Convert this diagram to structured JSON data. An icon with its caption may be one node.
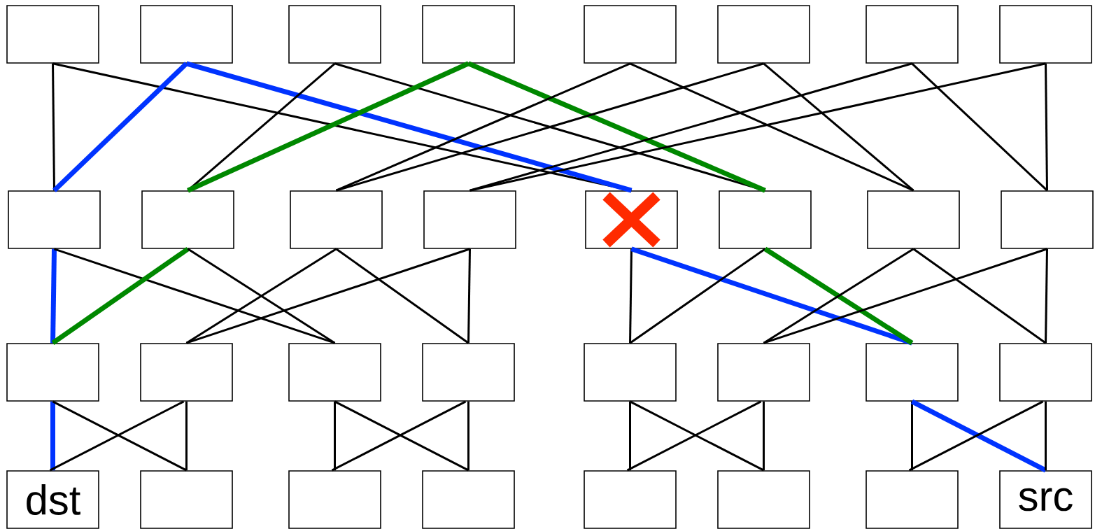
{
  "diagram": {
    "nodes": [
      {
        "text": [],
        "shape": "box"
      },
      {
        "text": [],
        "shape": "box"
      },
      {
        "text": [],
        "shape": "box"
      },
      {
        "text": [],
        "shape": "box"
      },
      {
        "text": [],
        "shape": "box"
      },
      {
        "text": [],
        "shape": "box"
      },
      {
        "text": [],
        "shape": "box"
      },
      {
        "text": [],
        "shape": "box"
      },
      {
        "text": [],
        "shape": "box"
      },
      {
        "text": [],
        "shape": "box"
      },
      {
        "text": [],
        "shape": "box"
      },
      {
        "text": [],
        "shape": "box"
      },
      {
        "text": [],
        "shape": "box"
      },
      {
        "text": [],
        "shape": "box"
      },
      {
        "text": [],
        "shape": "box"
      },
      {
        "text": [],
        "shape": "box"
      },
      {
        "text": [],
        "shape": "box"
      },
      {
        "text": [],
        "shape": "box"
      },
      {
        "text": [],
        "shape": "box"
      },
      {
        "text": [],
        "shape": "box"
      },
      {
        "text": [],
        "shape": "box"
      },
      {
        "text": [],
        "shape": "box"
      },
      {
        "text": [],
        "shape": "box"
      },
      {
        "text": [],
        "shape": "box"
      },
      {
        "text": [
          "dst"
        ]
      },
      {
        "text": [],
        "shape": "box"
      },
      {
        "text": [],
        "shape": "box"
      },
      {
        "text": [],
        "shape": "box"
      },
      {
        "text": [],
        "shape": "box"
      },
      {
        "text": [],
        "shape": "box"
      },
      {
        "text": [],
        "shape": "box"
      },
      {
        "text": [
          "src"
        ]
      }
    ],
    "edges": [
      {
        "from": 0,
        "to": 8,
        "arrow": "none"
      },
      {
        "from": 0,
        "to": 12,
        "arrow": "none"
      },
      {
        "from": 1,
        "to": 8,
        "arrow": "none",
        "style": "thick",
        "color": "#0033ff"
      },
      {
        "from": 1,
        "to": 12,
        "arrow": "none",
        "style": "thick",
        "color": "#0033ff"
      },
      {
        "from": 2,
        "to": 9,
        "arrow": "none"
      },
      {
        "from": 2,
        "to": 13,
        "arrow": "none"
      },
      {
        "from": 3,
        "to": 9,
        "arrow": "none",
        "style": "thick",
        "color": "#008800"
      },
      {
        "from": 3,
        "to": 13,
        "arrow": "none",
        "style": "thick",
        "color": "#008800"
      },
      {
        "from": 4,
        "to": 10,
        "arrow": "none"
      },
      {
        "from": 4,
        "to": 14,
        "arrow": "none"
      },
      {
        "from": 5,
        "to": 10,
        "arrow": "none"
      },
      {
        "from": 5,
        "to": 14,
        "arrow": "none"
      },
      {
        "from": 6,
        "to": 11,
        "arrow": "none"
      },
      {
        "from": 6,
        "to": 15,
        "arrow": "none"
      },
      {
        "from": 7,
        "to": 11,
        "arrow": "none"
      },
      {
        "from": 7,
        "to": 15,
        "arrow": "none"
      },
      {
        "from": 8,
        "to": 16,
        "arrow": "none",
        "style": "thick",
        "color": "#0033ff"
      },
      {
        "from": 8,
        "to": 18,
        "arrow": "none"
      },
      {
        "from": 9,
        "to": 16,
        "arrow": "none",
        "style": "thick",
        "color": "#008800"
      },
      {
        "from": 9,
        "to": 18,
        "arrow": "none"
      },
      {
        "from": 10,
        "to": 17,
        "arrow": "none"
      },
      {
        "from": 10,
        "to": 19,
        "arrow": "none"
      },
      {
        "from": 11,
        "to": 17,
        "arrow": "none"
      },
      {
        "from": 11,
        "to": 19,
        "arrow": "none"
      },
      {
        "from": 12,
        "to": 20,
        "arrow": "none"
      },
      {
        "from": 12,
        "to": 22,
        "arrow": "none",
        "style": "thick",
        "color": "#0033ff"
      },
      {
        "from": 13,
        "to": 20,
        "arrow": "none"
      },
      {
        "from": 13,
        "to": 22,
        "arrow": "none",
        "style": "thick",
        "color": "#008800"
      },
      {
        "from": 14,
        "to": 21,
        "arrow": "none"
      },
      {
        "from": 14,
        "to": 23,
        "arrow": "none"
      },
      {
        "from": 15,
        "to": 21,
        "arrow": "none"
      },
      {
        "from": 15,
        "to": 23,
        "arrow": "none"
      },
      {
        "from": 16,
        "to": 24,
        "arrow": "none",
        "style": "thick",
        "color": "#0033ff"
      },
      {
        "from": 16,
        "to": 25,
        "arrow": "none"
      },
      {
        "from": 17,
        "to": 24,
        "arrow": "none"
      },
      {
        "from": 17,
        "to": 25,
        "arrow": "none"
      },
      {
        "from": 18,
        "to": 26,
        "arrow": "none"
      },
      {
        "from": 18,
        "to": 27,
        "arrow": "none"
      },
      {
        "from": 19,
        "to": 26,
        "arrow": "none"
      },
      {
        "from": 19,
        "to": 27,
        "arrow": "none"
      },
      {
        "from": 20,
        "to": 28,
        "arrow": "none"
      },
      {
        "from": 20,
        "to": 29,
        "arrow": "none"
      },
      {
        "from": 21,
        "to": 28,
        "arrow": "none"
      },
      {
        "from": 21,
        "to": 29,
        "arrow": "none"
      },
      {
        "from": 22,
        "to": 30,
        "arrow": "none"
      },
      {
        "from": 22,
        "to": 31,
        "arrow": "none",
        "style": "thick",
        "color": "#0033ff"
      },
      {
        "from": 23,
        "to": 30,
        "arrow": "none"
      },
      {
        "from": 23,
        "to": 31,
        "arrow": "none"
      }
    ]
  }
}
